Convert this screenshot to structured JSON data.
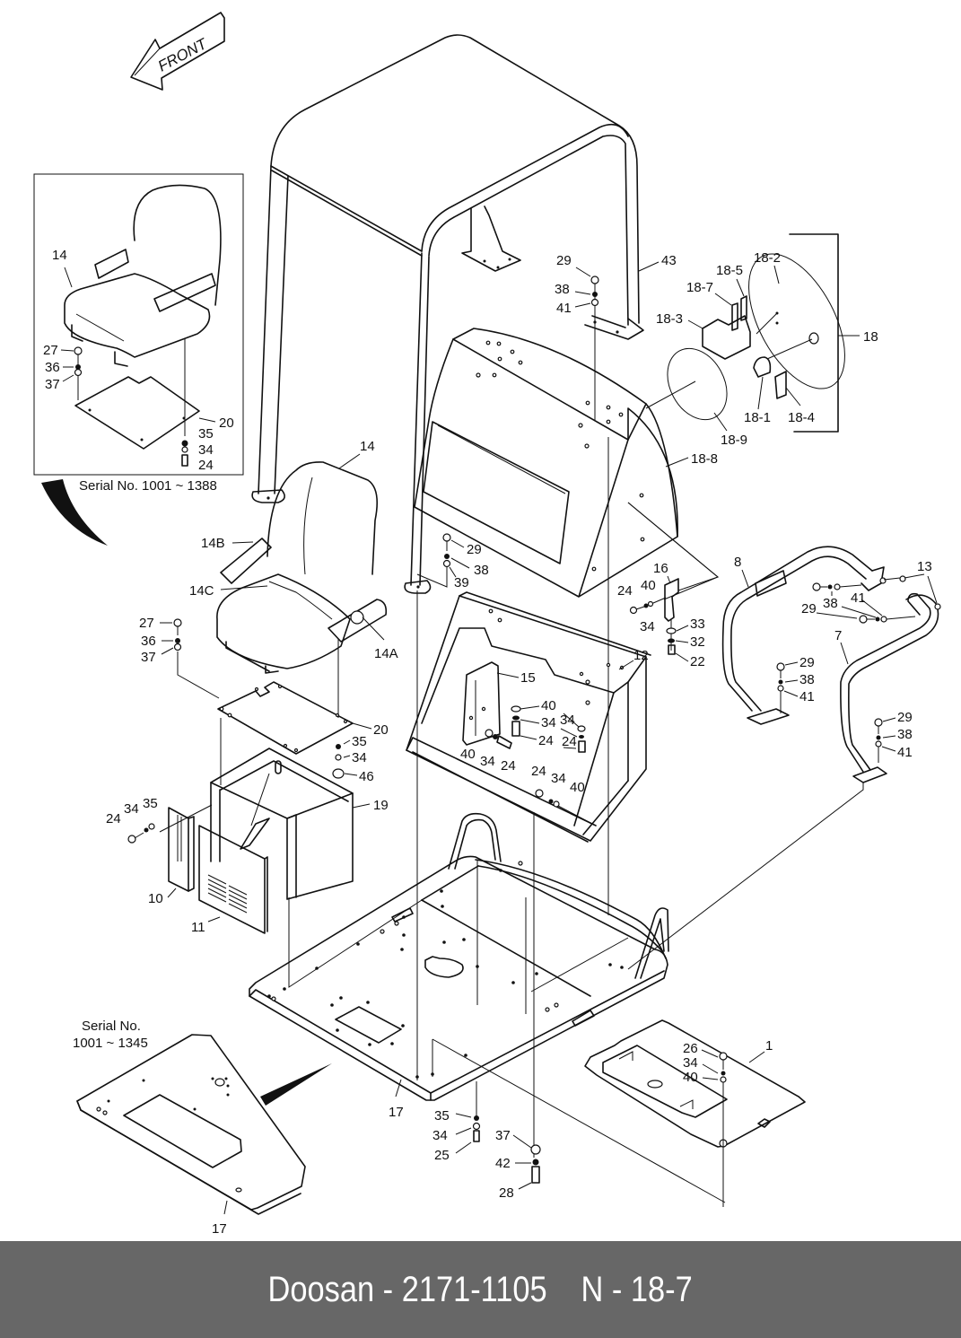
{
  "diagram": {
    "front_arrow_label": "FRONT",
    "inset_serial_note": "Serial No. 1001 ~ 1388",
    "floor_serial_note_line1": "Serial No.",
    "floor_serial_note_line2": "1001 ~ 1345",
    "part_labels": {
      "inset_14": "14",
      "inset_27": "27",
      "inset_36": "36",
      "inset_37": "37",
      "inset_20": "20",
      "inset_35": "35",
      "inset_34": "34",
      "inset_24": "24",
      "p29_top": "29",
      "p38_top": "38",
      "p41_top": "41",
      "p43": "43",
      "p18": "18",
      "p18_1": "18-1",
      "p18_2": "18-2",
      "p18_3": "18-3",
      "p18_4": "18-4",
      "p18_5": "18-5",
      "p18_7": "18-7",
      "p18_8": "18-8",
      "p18_9": "18-9",
      "p14": "14",
      "p14A": "14A",
      "p14B": "14B",
      "p14C": "14C",
      "p29_mid": "29",
      "p38_mid": "38",
      "p39_mid": "39",
      "p27": "27",
      "p36": "36",
      "p37": "37",
      "p20": "20",
      "p35_seat": "35",
      "p34_seat": "34",
      "p46": "46",
      "p19": "19",
      "p10": "10",
      "p11": "11",
      "p24_side": "24",
      "p34_side": "34",
      "p35_side": "35",
      "p16": "16",
      "p24_16": "24",
      "p40_16": "40",
      "p34_16": "34",
      "p33": "33",
      "p32": "32",
      "p22": "22",
      "p12": "12",
      "p15": "15",
      "p40_a": "40",
      "p34_a": "34",
      "p24_a": "24",
      "p40_b": "40",
      "p34_b": "34",
      "p24_b": "24",
      "p24_c": "24",
      "p34_c": "34",
      "p40_c": "40",
      "p8": "8",
      "p7": "7",
      "p13": "13",
      "p29_r1": "29",
      "p38_r1": "38",
      "p41_r1": "41",
      "p29_r2": "29",
      "p38_r2": "38",
      "p41_r2": "41",
      "p29_r3": "29",
      "p38_r3": "38",
      "p41_r3": "41",
      "p1": "1",
      "p26": "26",
      "p34_1": "34",
      "p40_1": "40",
      "p17_main": "17",
      "p35_bot": "35",
      "p34_bot": "34",
      "p25": "25",
      "p37_bot": "37",
      "p42": "42",
      "p28": "28",
      "p17_alt": "17"
    }
  },
  "footer": {
    "brand": "Doosan",
    "separator": "-",
    "part_number": "2171-1105",
    "page_ref": "N - 18-7"
  }
}
